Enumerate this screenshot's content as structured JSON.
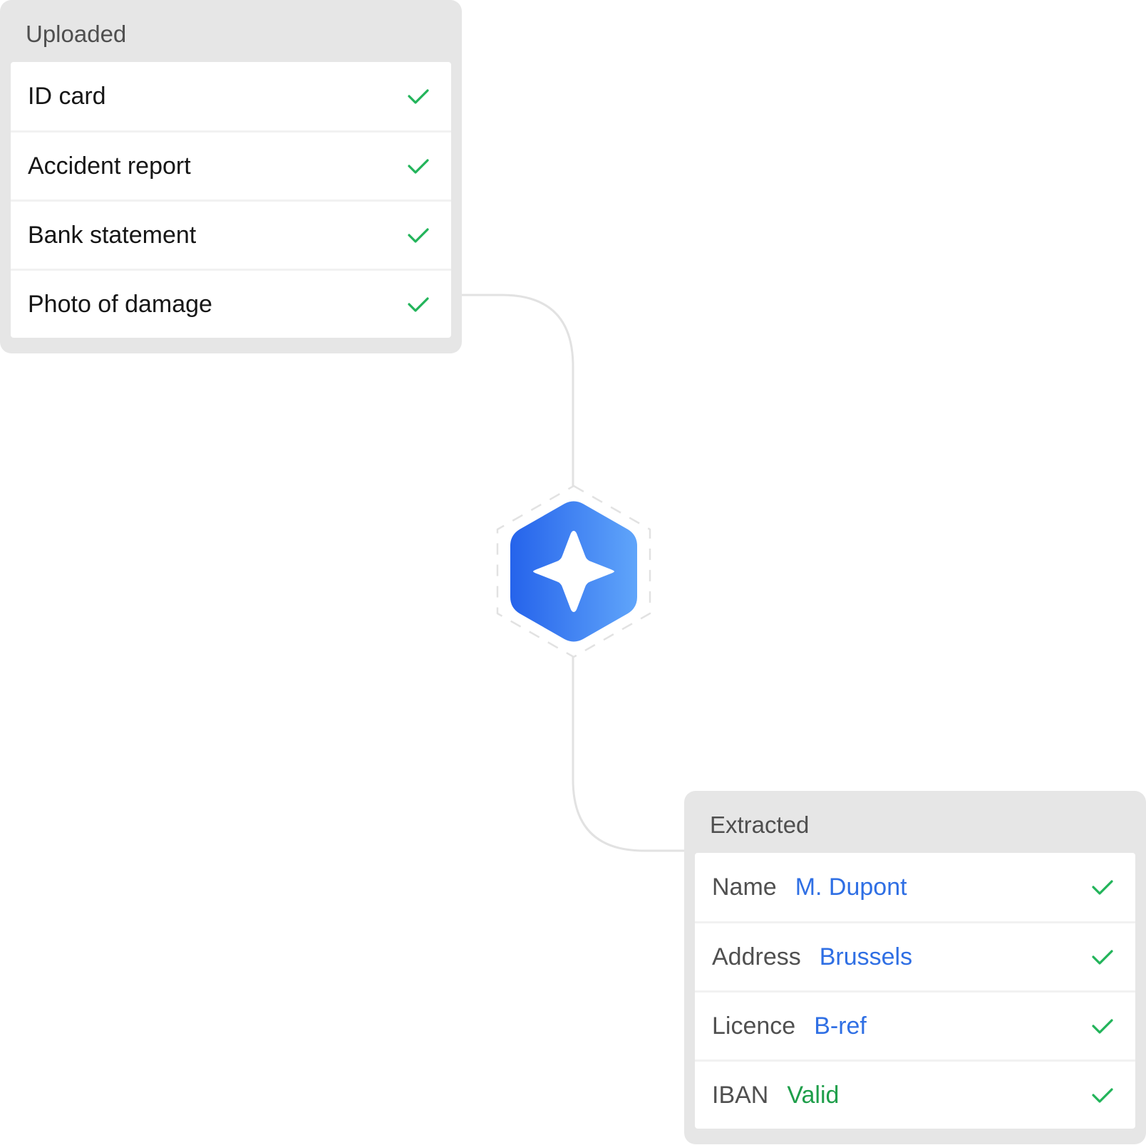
{
  "uploaded": {
    "title": "Uploaded",
    "items": [
      {
        "label": "ID card",
        "status": "check-icon"
      },
      {
        "label": "Accident report",
        "status": "check-icon"
      },
      {
        "label": "Bank statement",
        "status": "check-icon"
      },
      {
        "label": "Photo of damage",
        "status": "check-icon"
      }
    ]
  },
  "extracted": {
    "title": "Extracted",
    "fields": [
      {
        "name": "Name",
        "value": "M. Dupont",
        "value_color": "#2f6fe4",
        "status": "check-icon"
      },
      {
        "name": "Address",
        "value": "Brussels",
        "value_color": "#2f6fe4",
        "status": "check-icon"
      },
      {
        "name": "Licence",
        "value": "B-ref",
        "value_color": "#2f6fe4",
        "status": "check-icon"
      },
      {
        "name": "IBAN",
        "value": "Valid",
        "value_color": "#1e9e4a",
        "status": "check-icon"
      }
    ]
  },
  "hub": {
    "icon": "sparkle-icon",
    "gradient_start": "#2563eb",
    "gradient_end": "#60a5fa"
  },
  "colors": {
    "check": "#22b45a",
    "connector": "#e2e2e2",
    "panel_bg": "#e6e6e6"
  }
}
